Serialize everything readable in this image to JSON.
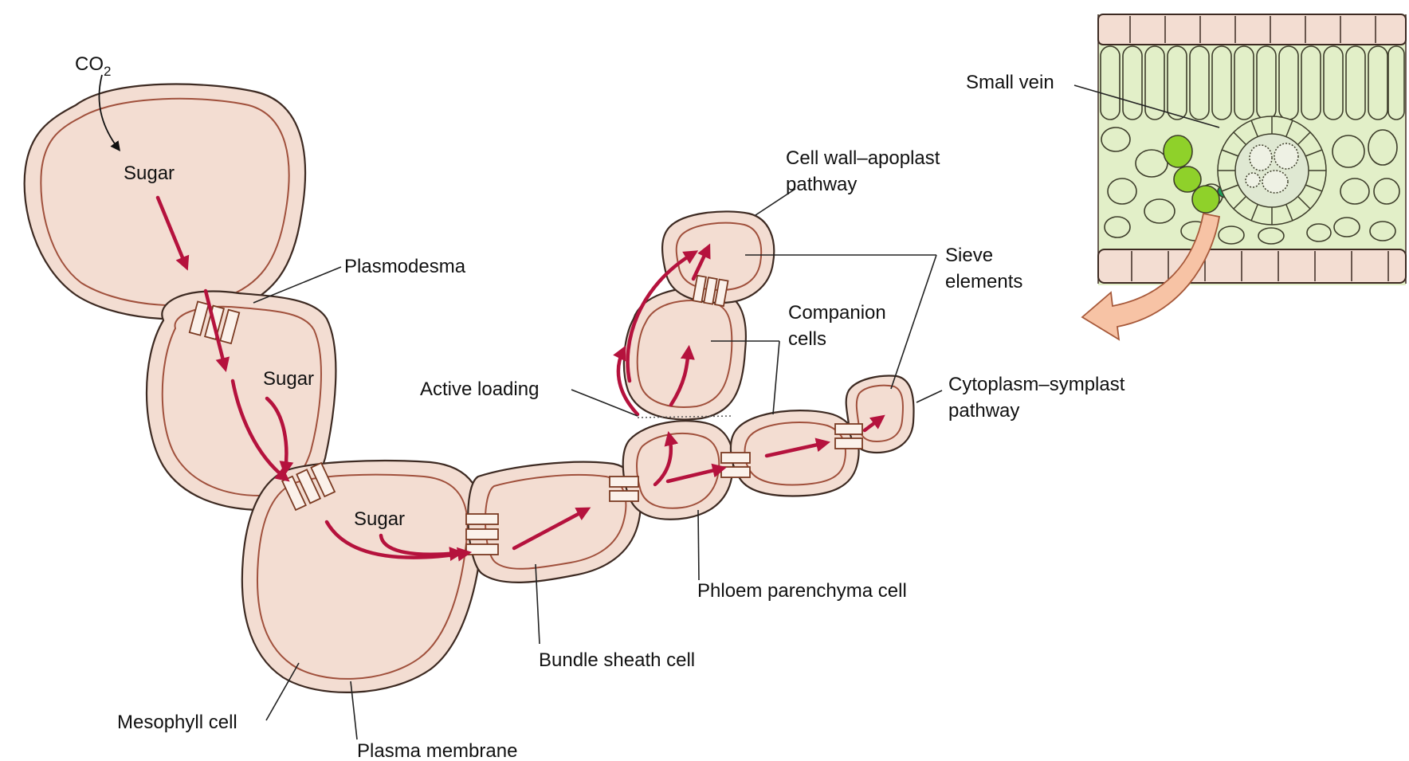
{
  "colors": {
    "accent": "#b5123d",
    "mesophyll": "#e2efc8",
    "bundle_sheath": "#c9e5cb",
    "companion": "#cfe2f6",
    "sieve": "#cfe6ea",
    "wall": "#f3ddd2",
    "outline": "#3d2a22",
    "leaf_bright_green": "#8fd12a",
    "leaf_dark_green": "#1c9d5a",
    "leaf_blue": "#2b9be0",
    "peach_arrow": "#f7c3a5"
  },
  "labels": {
    "co2_main": "CO",
    "co2_sub": "2",
    "sugar_1": "Sugar",
    "sugar_2": "Sugar",
    "sugar_3": "Sugar",
    "plasmodesma": "Plasmodesma",
    "active_loading": "Active loading",
    "cell_wall_line1": "Cell wall–apoplast",
    "cell_wall_line2": "pathway",
    "sieve_line1": "Sieve",
    "sieve_line2": "elements",
    "companion_line1": "Companion",
    "companion_line2": "cells",
    "cytoplasm_line1": "Cytoplasm–symplast",
    "cytoplasm_line2": "pathway",
    "small_vein": "Small vein",
    "phloem_parenchyma": "Phloem parenchyma cell",
    "bundle_sheath": "Bundle sheath cell",
    "mesophyll": "Mesophyll cell",
    "plasma_membrane": "Plasma membrane"
  }
}
